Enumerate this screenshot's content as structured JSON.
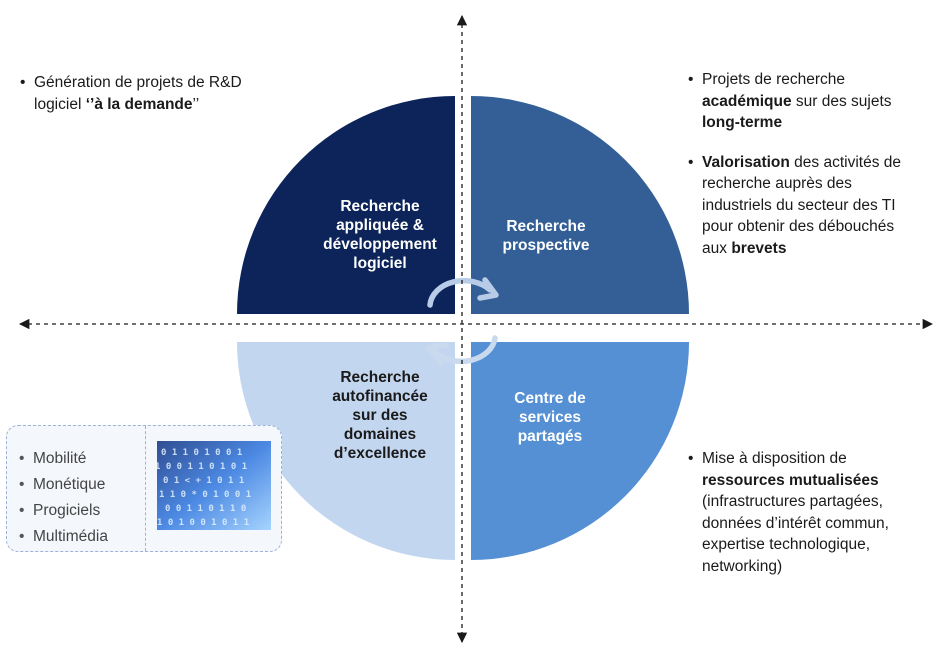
{
  "quadrants": {
    "top_left": {
      "lines": [
        "Recherche",
        "appliquée &",
        "développement",
        "logiciel"
      ],
      "color": "#0c2459"
    },
    "top_right": {
      "lines": [
        "Recherche",
        "prospective"
      ],
      "color": "#335f96"
    },
    "bottom_left": {
      "lines": [
        "Recherche",
        "autofinancée",
        "sur des",
        "domaines",
        "d’excellence"
      ],
      "color": "#c3d6ef"
    },
    "bottom_right": {
      "lines": [
        "Centre de",
        "services",
        "partagés"
      ],
      "color": "#5590d4"
    }
  },
  "notes": {
    "top_left": {
      "pre": "Génération de projets de R&D logiciel ",
      "bold": "‘’à la demande",
      "post": "’’"
    },
    "top_right": {
      "bullet1": {
        "t1": "Projets de recherche ",
        "b1": "académique",
        "t2": " sur des sujets ",
        "b2": "long-terme"
      },
      "bullet2": {
        "b1": "Valorisation",
        "t1": " des activités de recherche auprès des industriels du secteur des TI pour obtenir des débouchés aux ",
        "b2": "brevets"
      }
    },
    "bottom_right": {
      "t1": "Mise à disposition de ",
      "b1": "ressources mutualisées",
      "t2": " (infrastructures partagées, données d’intérêt commun, expertise technologique, networking)"
    }
  },
  "domains": [
    "Mobilité",
    "Monétique",
    "Progiciels",
    "Multimédia"
  ],
  "icons": {
    "cycle": "cycle-arrows-icon",
    "image": "digital-data-image"
  }
}
